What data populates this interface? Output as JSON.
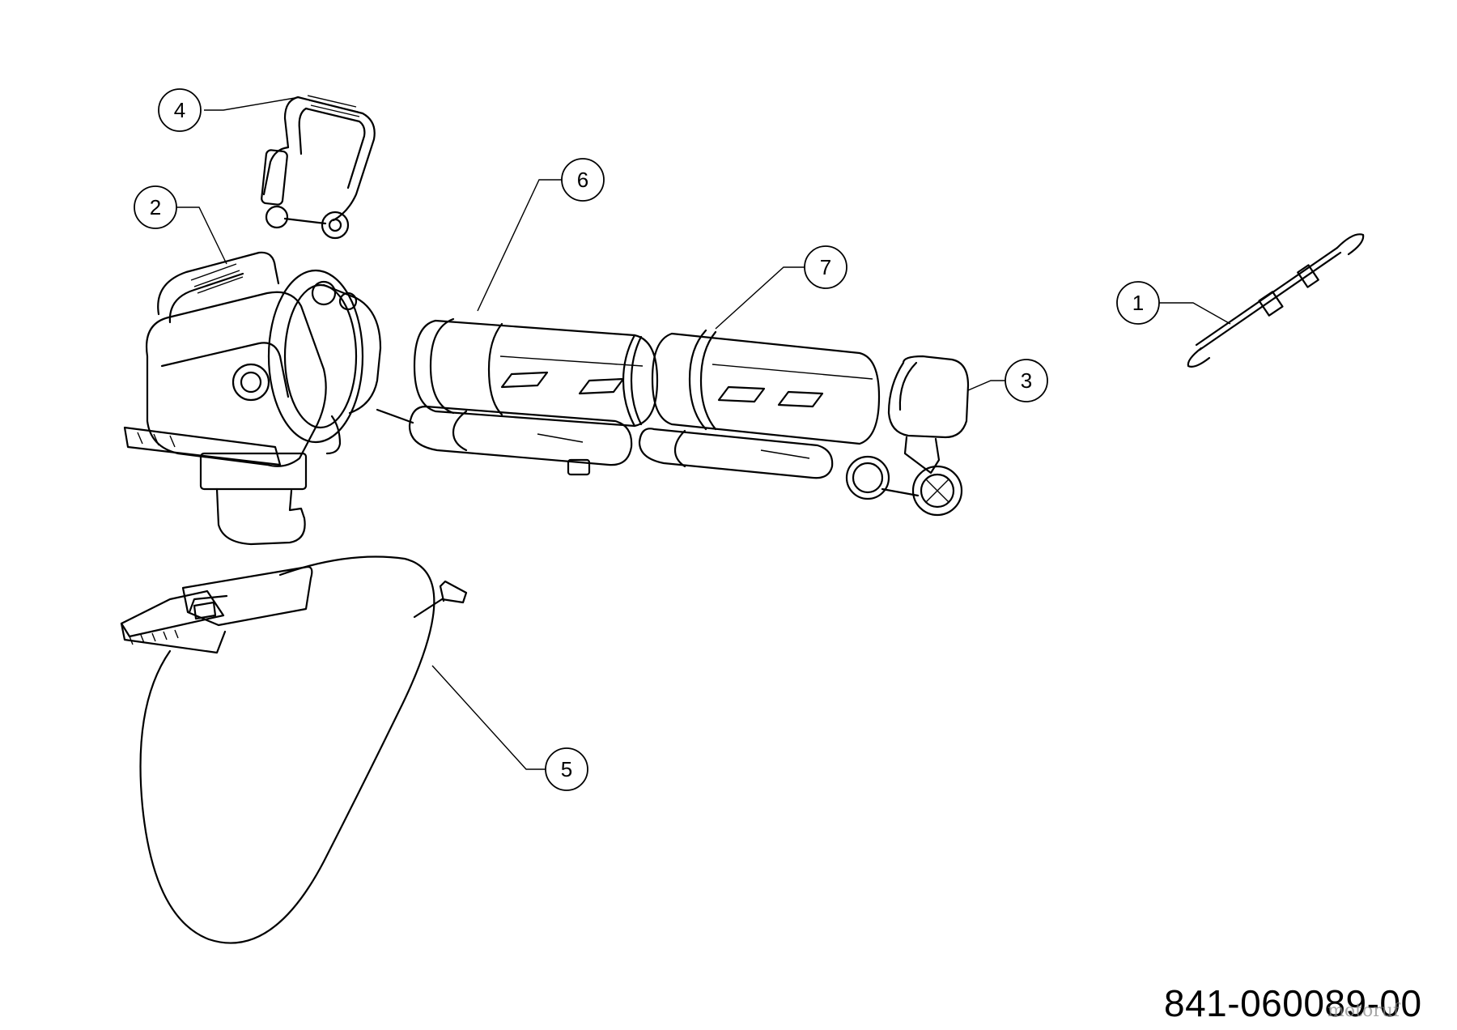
{
  "callouts": [
    {
      "id": "c1",
      "label": "1"
    },
    {
      "id": "c2",
      "label": "2"
    },
    {
      "id": "c3",
      "label": "3"
    },
    {
      "id": "c4",
      "label": "4"
    },
    {
      "id": "c5",
      "label": "5"
    },
    {
      "id": "c6",
      "label": "6"
    },
    {
      "id": "c7",
      "label": "7"
    }
  ],
  "diagram_number": "841-060089-00",
  "watermark": "motoruf"
}
